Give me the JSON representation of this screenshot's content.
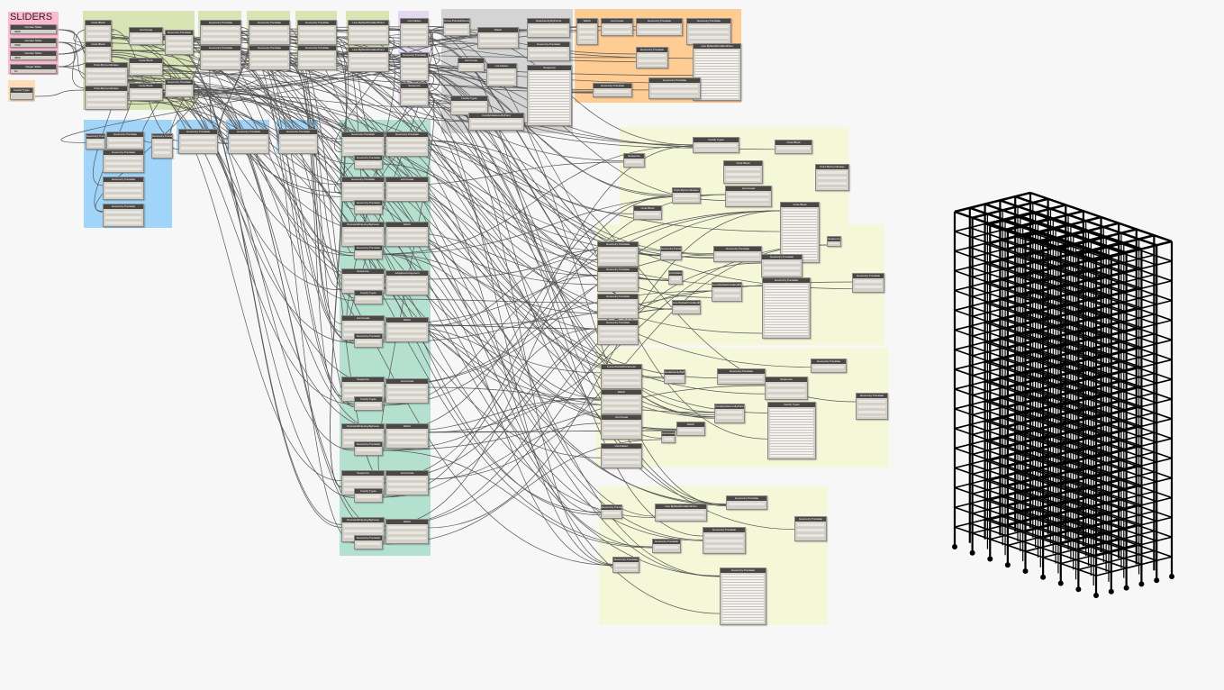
{
  "groups": {
    "sliders_title": "SLIDERS"
  },
  "sliders": [
    {
      "label": "Number Slider",
      "value": "4000"
    },
    {
      "label": "Number Slider",
      "value": "7000"
    },
    {
      "label": "Number Slider",
      "value": "4000"
    },
    {
      "label": "Integer Slider",
      "value": "10"
    }
  ],
  "family_node": {
    "label": "Family Types"
  },
  "node_titles": [
    "Code Block",
    "Code Block",
    "Point.ByCoordinates",
    "Point.ByCoordinates",
    "List.Create",
    "Code Block",
    "Code Block",
    "Geometry.Translate",
    "Geometry.Translate",
    "Geometry.Translate",
    "Geometry.Translate",
    "Geometry.Translate",
    "Geometry.Translate",
    "Geometry.Translate",
    "Geometry.Translate",
    "Line.ByStartPointEndPoint",
    "Line.ByStartPointEndPoint",
    "List.Flatten",
    "Geometry.Translate",
    "Sequence",
    "Curve.PointAtParameter",
    "Watch",
    "List.Create",
    "List.Flatten",
    "NodeFamily.ByPoints",
    "Geometry.Translate",
    "Sequence",
    "Family Types",
    "FamilyInstance.ByPoint",
    "Watch",
    "List.Create",
    "Geometry.Translate",
    "Geometry.Translate",
    "Geometry.Translate",
    "Line.ByStartPointEndPoint",
    "Geometry.Translate",
    "Geometry.Translate",
    "Geometry.Translate",
    "Geometry.Translate",
    "Geometry.Translate",
    "Geometry.Translate",
    "Geometry.Translate",
    "Geometry.Translate",
    "Geometry.Translate",
    "Geometry.Translate",
    "Geometry.Translate",
    "Geometry.Translate",
    "Geometry.Translate",
    "Geometry.Translate",
    "Geometry.Translate",
    "Geometry.Translate",
    "List.Create",
    "StructuralFraming.ByCurve",
    "Geometry.Translate",
    "Watch",
    "Sequence",
    "Family Types",
    "AdaptiveComponent",
    "List.Create",
    "Geometry.Translate",
    "Watch",
    "Sequence",
    "Family Types",
    "List.Create",
    "StructuralFraming.ByCurve",
    "Geometry.Translate",
    "Watch",
    "Sequence",
    "Family Types",
    "List.Create",
    "StructuralFraming.ByCurve",
    "Geometry.Translate",
    "Watch",
    "Sequence",
    "Family Types"
  ],
  "colors": {
    "sliders_group": "#ffb8d0",
    "family_group": "#ffdcb8",
    "green_group": "#d8e4b4",
    "lavender_group": "#e4d8f0",
    "gray_group": "#d4d4d4",
    "orange_group": "#ffcc94",
    "blue_group": "#a0d4f8",
    "teal_group": "#b4e0d0",
    "yellow_group": "#f4f8d8",
    "node_header": "#4a4845",
    "frame": "#000000"
  }
}
